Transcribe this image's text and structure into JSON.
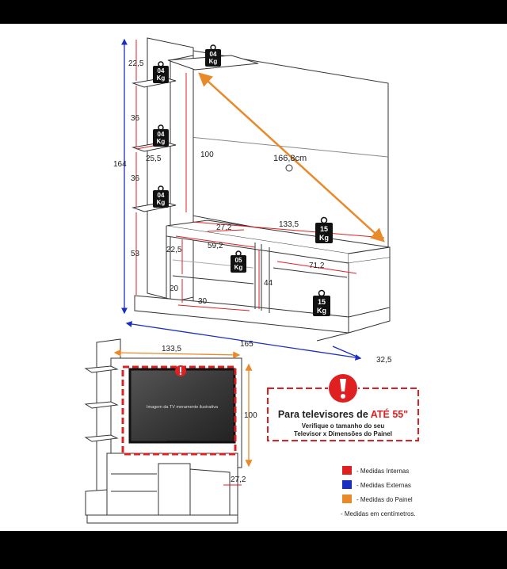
{
  "colors": {
    "internal": "#e02020",
    "external": "#1a2fbf",
    "panel": "#e8892a",
    "line": "#333333",
    "weight": "#111111"
  },
  "weights": {
    "shelf_top": [
      "04",
      "Kg"
    ],
    "shelf_1": [
      "04",
      "Kg"
    ],
    "shelf_2": [
      "04",
      "Kg"
    ],
    "shelf_3": [
      "04",
      "Kg"
    ],
    "panel_top": [
      "15",
      "Kg"
    ],
    "niche": [
      "05",
      "Kg"
    ],
    "cabinet": [
      "15",
      "Kg"
    ]
  },
  "dims": {
    "d22_5_top": "22,5",
    "d36_a": "36",
    "d25_5": "25,5",
    "d36_b": "36",
    "d164": "164",
    "d53": "53",
    "d100": "100",
    "d166_8": "166,8cm",
    "d27_2_top": "27,2",
    "d133_5_top": "133,5",
    "d22_5_mid": "22,5",
    "d59_2": "59,2",
    "d71_2": "71,2",
    "d44": "44",
    "d20": "20",
    "d30": "30",
    "d165": "165",
    "d32_5": "32,5",
    "d133_5_bottom": "133,5",
    "d100_bottom": "100",
    "d27_2_bottom": "27,2"
  },
  "tv_screen_text": "Imagem da TV meramente ilustrativa",
  "notice": {
    "title_prefix": "Para televisores de ",
    "title_highlight": "ATÉ 55\"",
    "line1": "Verifique o tamanho do seu",
    "line2": "Televisor x Dimensões do Painel"
  },
  "legend": {
    "items": [
      {
        "label": "- Medidas Internas",
        "color": "#e02020"
      },
      {
        "label": "- Medidas Externas",
        "color": "#1a2fbf"
      },
      {
        "label": "- Medidas do Painel",
        "color": "#e8892a"
      }
    ],
    "note": "- Medidas em centímetros."
  }
}
